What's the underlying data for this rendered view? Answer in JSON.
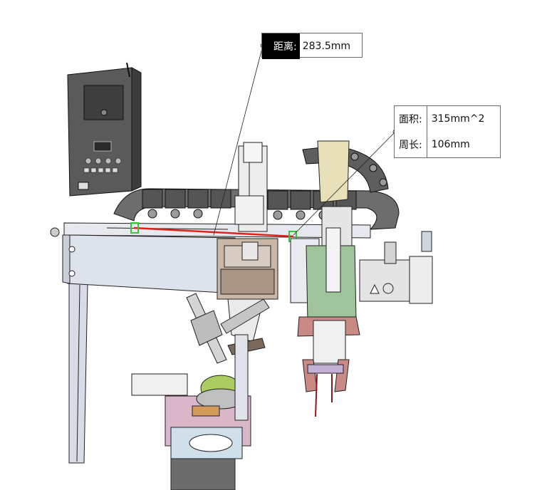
{
  "measurements": {
    "distance": {
      "label": "距离:",
      "value": "283.5mm"
    },
    "area": {
      "label": "面积:",
      "value": "315mm^2"
    },
    "perimeter": {
      "label": "周长:",
      "value": "106mm"
    }
  },
  "colors": {
    "background": "#ffffff",
    "measure_line": "#e0201a",
    "highlight": "#35c735",
    "panel_fill": "#dde3ea",
    "machine_dark": "#4a4a4a",
    "plate_green": "#9fc39a",
    "plate_pink": "#d9b6c8",
    "bracket_tan": "#e8e0b8",
    "gripper_red": "#c98a86"
  }
}
